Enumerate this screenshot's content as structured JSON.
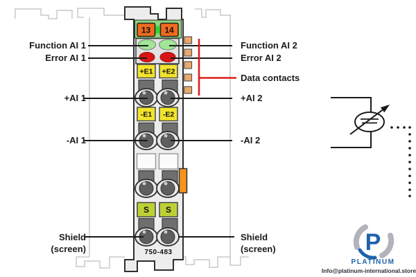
{
  "callouts": {
    "left": {
      "function": "Function AI 1",
      "error": "Error AI 1",
      "plus": "+AI 1",
      "minus": "-AI 1",
      "shield_line1": "Shield",
      "shield_line2": "(screen)"
    },
    "right": {
      "function": "Function AI 2",
      "error": "Error AI 2",
      "data_contacts": "Data contacts",
      "plus": "+AI 2",
      "minus": "-AI 2",
      "shield_line1": "Shield",
      "shield_line2": "(screen)"
    }
  },
  "module": {
    "terminal_13": "13",
    "terminal_14": "14",
    "pos_e1": "+E1",
    "pos_e2": "+E2",
    "neg_e1": "-E1",
    "neg_e2": "-E2",
    "shield_s1": "S",
    "shield_s2": "S",
    "part_number": "750-483"
  },
  "watermark": {
    "logo_letter": "P",
    "brand": "PLATINUM",
    "email": "Info@platinum-international.store"
  },
  "colors": {
    "header_green": "#8fd37e",
    "terminal_orange": "#f26a1d",
    "led_green": "#9fe695",
    "led_red": "#d81515",
    "label_yellow": "#f2e42c",
    "shield_lime": "#bdd135",
    "latch_orange": "#f6921e",
    "data_contact_tan": "#eda868",
    "accent_red": "#e11b1b",
    "logo_blue": "#1e62ab"
  }
}
